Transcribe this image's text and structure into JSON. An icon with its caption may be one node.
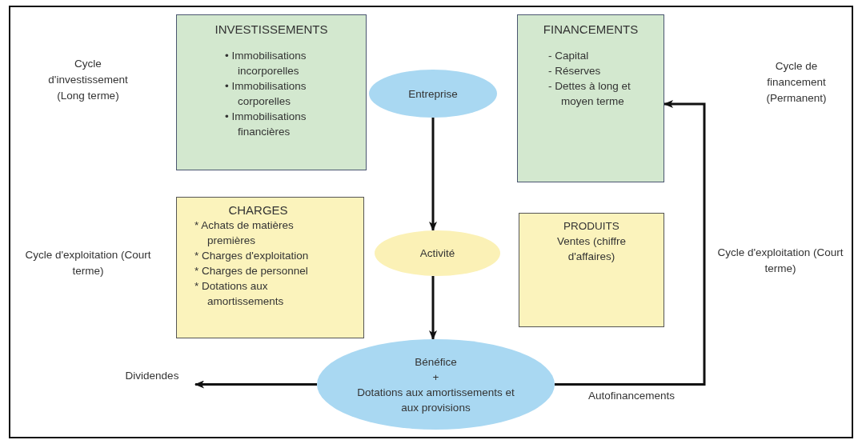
{
  "diagram": {
    "nodes": [
      {
        "text": [
          "INVESTISSEMENTS",
          "• Immobilisations incorporelles",
          "• Immobilisations corporelles",
          "• Immobilisations financières"
        ]
      },
      {
        "text": [
          "Entreprise"
        ]
      },
      {
        "text": [
          "FINANCEMENTS",
          "- Capital",
          "- Réserves",
          "- Dettes à long et moyen terme"
        ]
      },
      {
        "text": [
          "CHARGES",
          "* Achats de matières premières",
          "* Charges d'exploitation",
          "* Charges de personnel",
          "* Dotations aux amortissements"
        ]
      },
      {
        "text": [
          "Activité"
        ]
      },
      {
        "text": [
          "PRODUITS",
          "Ventes (chiffre d'affaires)"
        ]
      },
      {
        "text": [
          "Bénéfice",
          "+",
          "Dotations aux amortissements et aux provisions"
        ]
      },
      {
        "text": [
          "Dividendes"
        ]
      }
    ],
    "edges": [
      {
        "from": 1,
        "to": 4,
        "arrow": "to"
      },
      {
        "from": 4,
        "to": 6,
        "arrow": "to"
      },
      {
        "from": 6,
        "to": 7,
        "arrow": "to"
      },
      {
        "from": 6,
        "to": 2,
        "arrow": "to",
        "label": "Autofinancements"
      }
    ],
    "labels": [
      "Cycle d'investissement (Long terme)",
      "Cycle de financement (Permanent)",
      "Cycle d'exploitation (Court terme)",
      "Cycle d'exploitation (Court terme)"
    ]
  }
}
